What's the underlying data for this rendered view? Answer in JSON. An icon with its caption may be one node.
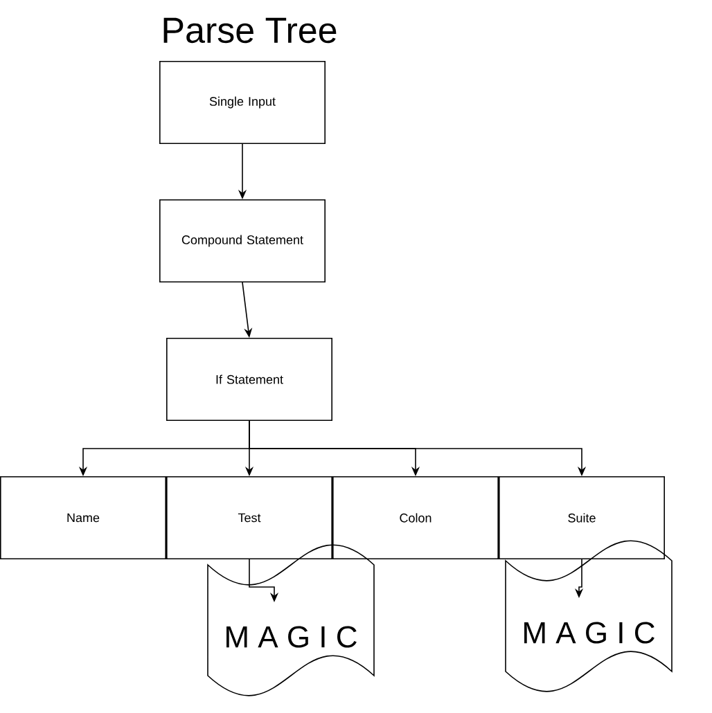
{
  "diagram": {
    "title": "Parse Tree",
    "nodes": [
      {
        "text": [
          "Single Input"
        ]
      },
      {
        "text": [
          "Compound Statement"
        ]
      },
      {
        "text": [
          "If Statement"
        ]
      },
      {
        "text": [
          "Name"
        ]
      },
      {
        "text": [
          "Test"
        ]
      },
      {
        "text": [
          "Colon"
        ]
      },
      {
        "text": [
          "Suite"
        ]
      },
      {
        "text": [
          "M A G I C"
        ]
      },
      {
        "text": [
          "M A G I C"
        ]
      }
    ],
    "edges": [
      {
        "from": 0,
        "to": 1,
        "arrow": "to"
      },
      {
        "from": 1,
        "to": 2,
        "arrow": "to"
      },
      {
        "from": 2,
        "to": 3,
        "arrow": "to"
      },
      {
        "from": 2,
        "to": 4,
        "arrow": "to"
      },
      {
        "from": 2,
        "to": 5,
        "arrow": "to"
      },
      {
        "from": 2,
        "to": 6,
        "arrow": "to"
      },
      {
        "from": 4,
        "to": 7,
        "arrow": "to"
      },
      {
        "from": 6,
        "to": 8,
        "arrow": "to"
      }
    ]
  }
}
